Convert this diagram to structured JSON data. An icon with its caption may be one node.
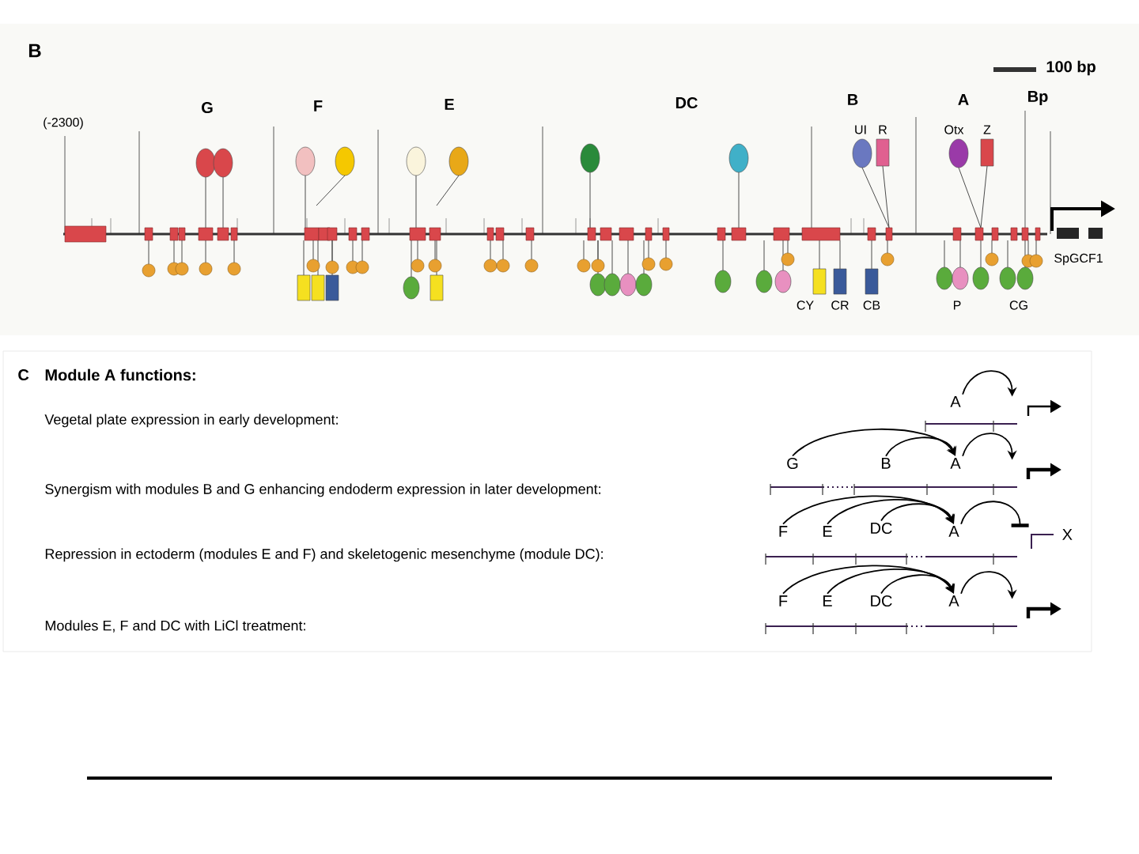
{
  "diagram": {
    "nodes": [
      {
        "text": [
          "A"
        ]
      },
      {
        "text": [],
        "shape": "arrow"
      },
      {
        "text": [
          "G"
        ]
      },
      {
        "text": [
          "B"
        ]
      },
      {
        "text": [
          "A"
        ]
      },
      {
        "text": [],
        "shape": "arrow"
      },
      {
        "text": [
          "F"
        ]
      },
      {
        "text": [
          "E"
        ]
      },
      {
        "text": [
          "DC"
        ]
      },
      {
        "text": [
          "A"
        ]
      },
      {
        "text": [
          "X"
        ]
      },
      {
        "text": [
          "F"
        ]
      },
      {
        "text": [
          "E"
        ]
      },
      {
        "text": [
          "DC"
        ]
      },
      {
        "text": [
          "A"
        ]
      },
      {
        "text": [],
        "shape": "arrow"
      }
    ],
    "edges": [
      {
        "from": 0,
        "to": 1,
        "arrow": "to"
      },
      {
        "from": 2,
        "to": 4,
        "arrow": "to"
      },
      {
        "from": 3,
        "to": 4,
        "arrow": "to"
      },
      {
        "from": 4,
        "to": 5,
        "arrow": "to"
      },
      {
        "from": 6,
        "to": 9,
        "arrow": "to"
      },
      {
        "from": 7,
        "to": 9,
        "arrow": "to"
      },
      {
        "from": 8,
        "to": 9,
        "arrow": "to"
      },
      {
        "from": 9,
        "to": 10,
        "arrow": "other"
      },
      {
        "from": 11,
        "to": 14,
        "arrow": "to"
      },
      {
        "from": 12,
        "to": 14,
        "arrow": "to"
      },
      {
        "from": 13,
        "to": 14,
        "arrow": "to"
      },
      {
        "from": 14,
        "to": 15,
        "arrow": "to"
      }
    ],
    "labels": [
      "B",
      "100 bp",
      "(-2300)",
      "G",
      "F",
      "E",
      "DC",
      "B",
      "A",
      "Bp",
      "UI",
      "R",
      "Otx",
      "Z",
      "SpGCF1",
      "CY",
      "CR",
      "CB",
      "P",
      "CG",
      "C",
      "Module A functions:",
      "Vegetal plate expression in early development:",
      "Synergism with modules B and G enhancing endoderm expression in later development:",
      "Repression in ectoderm (modules E and F) and skeletogenic mesenchyme (module DC):",
      "Modules E, F and DC with LiCl treatment:"
    ]
  }
}
